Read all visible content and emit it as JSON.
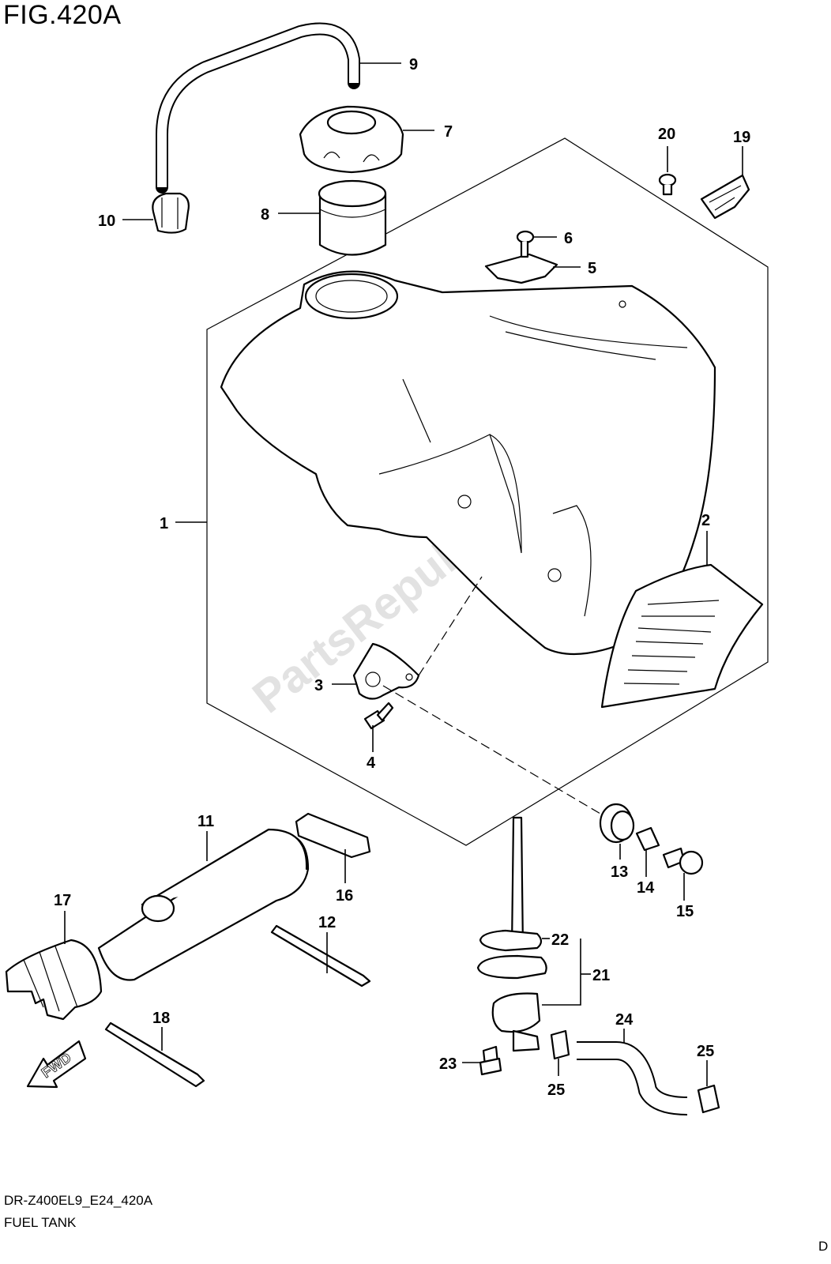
{
  "figure": {
    "title": "FIG.420A",
    "model_code": "DR-Z400EL9_E24_420A",
    "name": "FUEL TANK",
    "corner_letter": "D",
    "watermark": "PartsRepublik"
  },
  "callouts": {
    "c1": "1",
    "c2": "2",
    "c3": "3",
    "c4": "4",
    "c5": "5",
    "c6": "6",
    "c7": "7",
    "c8": "8",
    "c9": "9",
    "c10": "10",
    "c11": "11",
    "c12": "12",
    "c13": "13",
    "c14": "14",
    "c15": "15",
    "c16": "16",
    "c17": "17",
    "c18": "18",
    "c19": "19",
    "c20": "20",
    "c21": "21",
    "c22": "22",
    "c23": "23",
    "c24": "24",
    "c25a": "25",
    "c25b": "25"
  },
  "fwd_label": "FWD"
}
